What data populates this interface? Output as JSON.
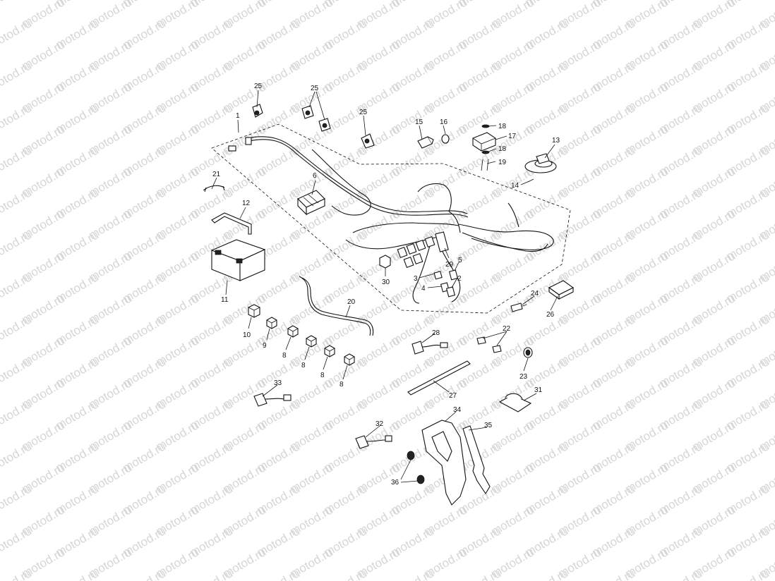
{
  "watermark": {
    "text": "motod.ru"
  },
  "callouts": [
    {
      "id": "c1",
      "text": "1"
    },
    {
      "id": "c2",
      "text": "2"
    },
    {
      "id": "c3",
      "text": "3"
    },
    {
      "id": "c4",
      "text": "4"
    },
    {
      "id": "c5",
      "text": "5"
    },
    {
      "id": "c6",
      "text": "6"
    },
    {
      "id": "c8a",
      "text": "8"
    },
    {
      "id": "c8b",
      "text": "8"
    },
    {
      "id": "c8c",
      "text": "8"
    },
    {
      "id": "c8d",
      "text": "8"
    },
    {
      "id": "c9",
      "text": "9"
    },
    {
      "id": "c10",
      "text": "10"
    },
    {
      "id": "c11",
      "text": "11"
    },
    {
      "id": "c12",
      "text": "12"
    },
    {
      "id": "c13",
      "text": "13"
    },
    {
      "id": "c14",
      "text": "14"
    },
    {
      "id": "c15",
      "text": "15"
    },
    {
      "id": "c16",
      "text": "16"
    },
    {
      "id": "c17",
      "text": "17"
    },
    {
      "id": "c18a",
      "text": "18"
    },
    {
      "id": "c18b",
      "text": "18"
    },
    {
      "id": "c19",
      "text": "19"
    },
    {
      "id": "c20",
      "text": "20"
    },
    {
      "id": "c21",
      "text": "21"
    },
    {
      "id": "c22",
      "text": "22"
    },
    {
      "id": "c23",
      "text": "23"
    },
    {
      "id": "c24",
      "text": "24"
    },
    {
      "id": "c25a",
      "text": "25"
    },
    {
      "id": "c25b",
      "text": "25"
    },
    {
      "id": "c25c",
      "text": "25"
    },
    {
      "id": "c26",
      "text": "26"
    },
    {
      "id": "c27",
      "text": "27"
    },
    {
      "id": "c28",
      "text": "28"
    },
    {
      "id": "c29",
      "text": "29"
    },
    {
      "id": "c30",
      "text": "30"
    },
    {
      "id": "c31",
      "text": "31"
    },
    {
      "id": "c32",
      "text": "32"
    },
    {
      "id": "c33",
      "text": "33"
    },
    {
      "id": "c34",
      "text": "34"
    },
    {
      "id": "c35",
      "text": "35"
    },
    {
      "id": "c36",
      "text": "36"
    }
  ]
}
